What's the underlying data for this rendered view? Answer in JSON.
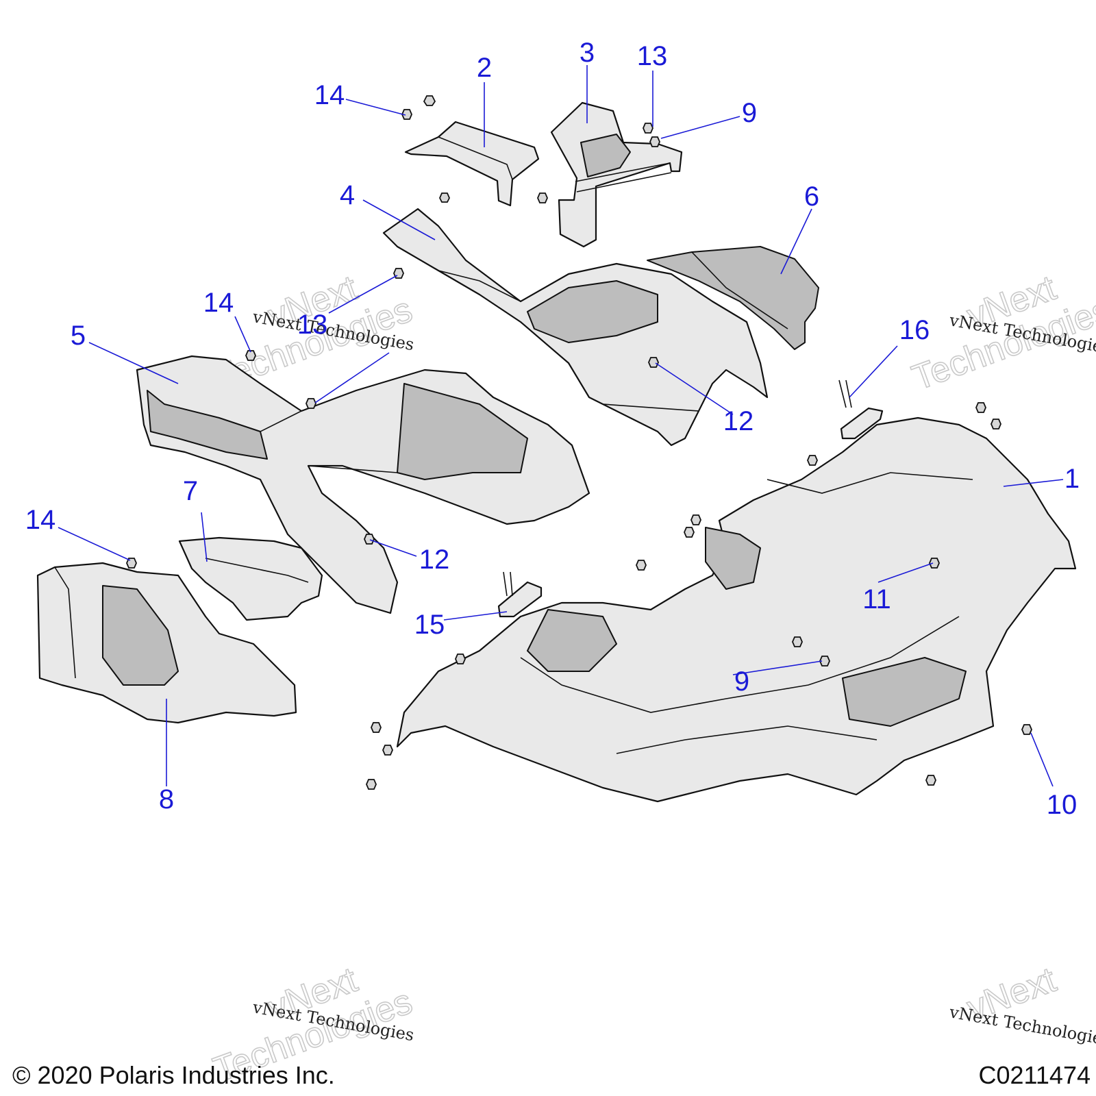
{
  "callouts": [
    {
      "id": "1",
      "label": "1"
    },
    {
      "id": "2",
      "label": "2"
    },
    {
      "id": "3",
      "label": "3"
    },
    {
      "id": "4",
      "label": "4"
    },
    {
      "id": "5",
      "label": "5"
    },
    {
      "id": "6",
      "label": "6"
    },
    {
      "id": "7",
      "label": "7"
    },
    {
      "id": "8",
      "label": "8"
    },
    {
      "id": "9a",
      "label": "9"
    },
    {
      "id": "9b",
      "label": "9"
    },
    {
      "id": "10",
      "label": "10"
    },
    {
      "id": "11",
      "label": "11"
    },
    {
      "id": "12a",
      "label": "12"
    },
    {
      "id": "12b",
      "label": "12"
    },
    {
      "id": "13a",
      "label": "13"
    },
    {
      "id": "13b",
      "label": "13"
    },
    {
      "id": "14a",
      "label": "14"
    },
    {
      "id": "14b",
      "label": "14"
    },
    {
      "id": "14c",
      "label": "14"
    },
    {
      "id": "15",
      "label": "15"
    },
    {
      "id": "16",
      "label": "16"
    }
  ],
  "watermark": {
    "script": "vNext Technologies",
    "word1": "vNext",
    "word2": "Technologies"
  },
  "footer": {
    "copyright": "© 2020 Polaris Industries Inc.",
    "figure_id": "C0211474"
  },
  "colors": {
    "callout": "#1a1ad6",
    "line_art": "#111111",
    "part_fill": "#e9e9e9"
  }
}
